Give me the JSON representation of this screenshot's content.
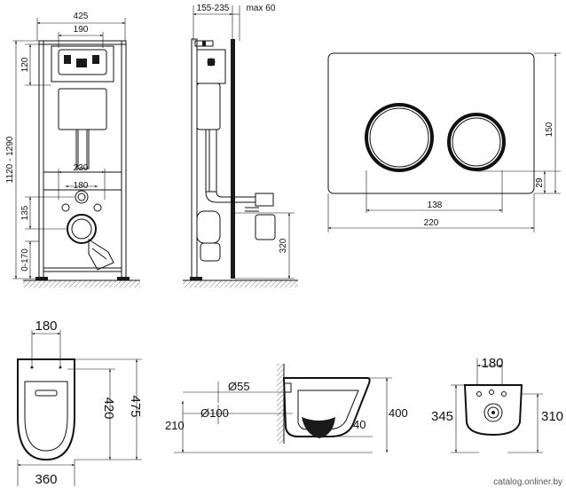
{
  "frame_front": {
    "width": "425",
    "plate_width": "190",
    "mount_width": "230",
    "pipe_spacing": "180",
    "height_range": "1120 - 1290",
    "top_offset": "120",
    "pipe_height": "135",
    "leg_range": "0-170"
  },
  "frame_side": {
    "depth_range": "155-235",
    "max_depth": "max 60",
    "outlet_height": "320"
  },
  "flush_plate": {
    "height": "150",
    "width": "220",
    "button_spacing": "138",
    "button_offset": "29"
  },
  "bowl_top": {
    "mount_spacing": "180",
    "length": "475",
    "seat_length": "420",
    "width": "360"
  },
  "bowl_side": {
    "inlet_diameter": "Ø55",
    "outlet_diameter": "Ø100",
    "outlet_height": "210",
    "height": "400",
    "wall_gap": "40"
  },
  "bowl_back": {
    "mount_spacing": "180",
    "left_height": "345",
    "right_height": "310"
  },
  "watermark": "catalog.onliner.by"
}
